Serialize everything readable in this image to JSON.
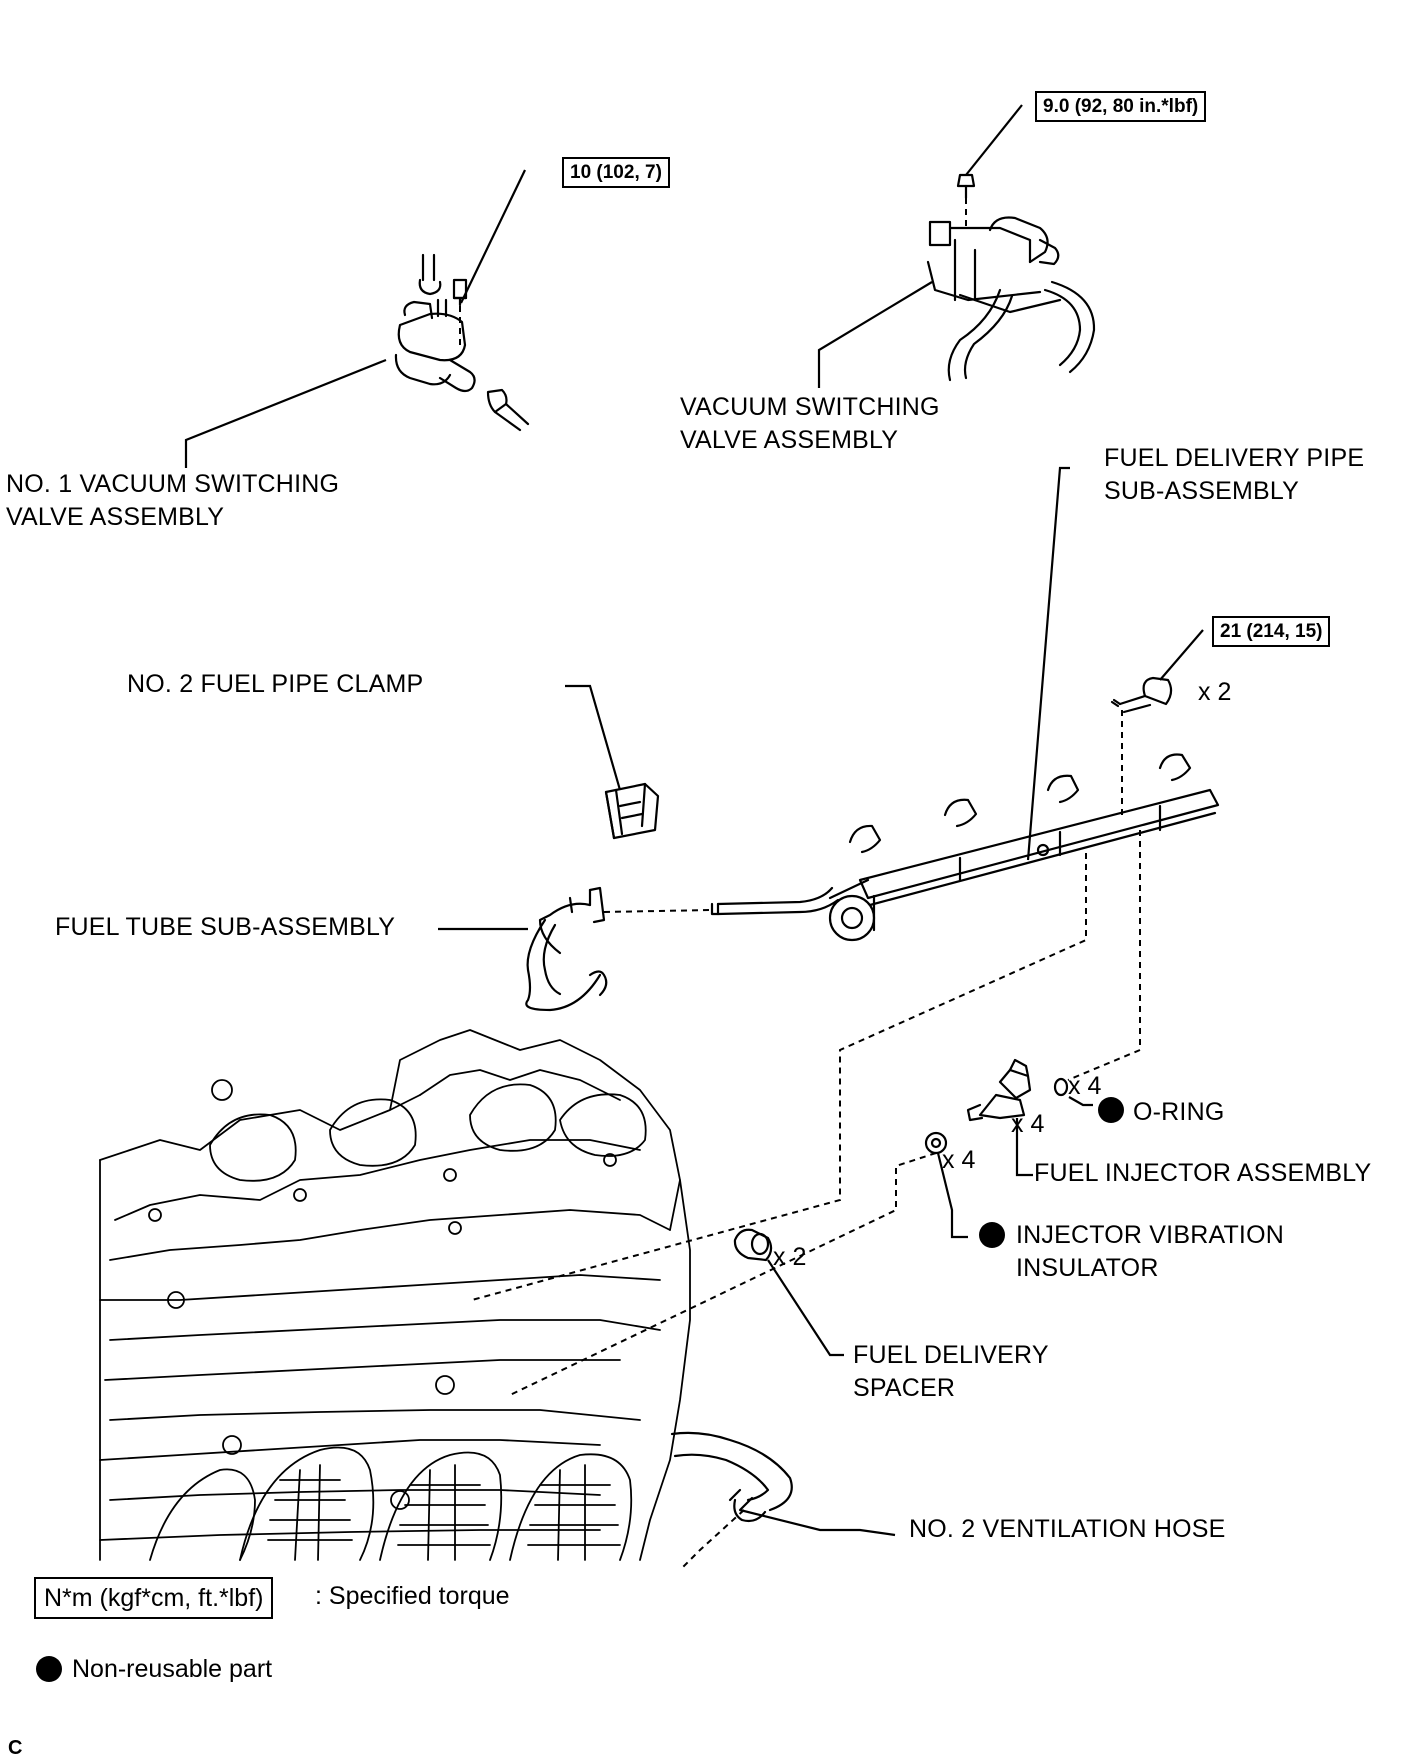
{
  "parts": {
    "no1_vsv": "NO. 1 VACUUM SWITCHING\nVALVE ASSEMBLY",
    "vsv": "VACUUM SWITCHING\nVALVE ASSEMBLY",
    "fuel_delivery_pipe": "FUEL DELIVERY PIPE\nSUB-ASSEMBLY",
    "no2_fuel_pipe_clamp": "NO. 2 FUEL PIPE CLAMP",
    "fuel_tube": "FUEL TUBE SUB-ASSEMBLY",
    "o_ring": "O-RING",
    "fuel_injector": "FUEL INJECTOR ASSEMBLY",
    "injector_vibration_insulator": "INJECTOR VIBRATION\nINSULATOR",
    "fuel_delivery_spacer": "FUEL DELIVERY\nSPACER",
    "no2_ventilation_hose": "NO. 2 VENTILATION HOSE"
  },
  "torques": {
    "no1_vsv_bolt": "10 (102, 7)",
    "vsv_bolt": "9.0 (92, 80 in.*lbf)",
    "delivery_pipe_bolt": "21 (214, 15)"
  },
  "multipliers": {
    "delivery_pipe_bolt": "x 2",
    "o_ring": "x 4",
    "fuel_injector": "x 4",
    "insulator": "x 4",
    "spacer": "x 2"
  },
  "legend": {
    "torque_unit": "N*m (kgf*cm, ft.*lbf)",
    "torque_desc": ": Specified torque",
    "non_reusable": "Non-reusable part"
  },
  "corner_mark": "C"
}
